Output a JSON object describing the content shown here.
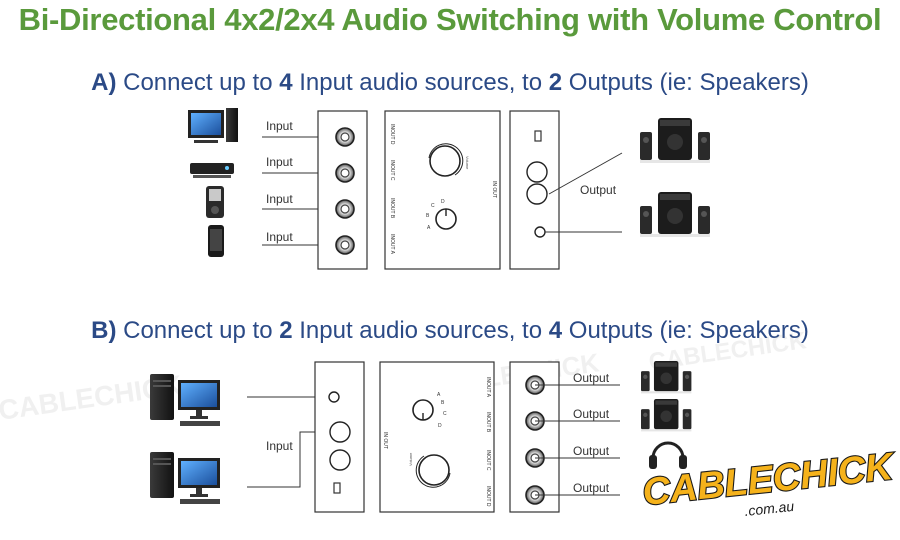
{
  "title": "Bi-Directional 4x2/2x4 Audio Switching with Volume Control",
  "section_a": {
    "letter": "A)",
    "pre_1": "Connect up to ",
    "num_1": "4",
    "pre_2": " Input audio sources, to ",
    "num_2": "2",
    "post": " Outputs (ie: Speakers)",
    "input_label": "Input",
    "output_label": "Output",
    "panel_labels": [
      "INOUT D",
      "INOUT C",
      "INOUT B",
      "INOUT A"
    ],
    "volume_label": "Volume",
    "rotary_letters": [
      "A",
      "B",
      "C",
      "D"
    ],
    "io_label": "IN OUT"
  },
  "section_b": {
    "letter": "B)",
    "pre_1": "Connect up to ",
    "num_1": "2",
    "pre_2": " Input audio sources, to ",
    "num_2": "4",
    "post": " Outputs (ie: Speakers)",
    "input_label": "Input",
    "output_label": "Output",
    "panel_labels": [
      "INOUT A",
      "INOUT B",
      "INOUT C",
      "INOUT D"
    ],
    "volume_label": "Volume",
    "rotary_letters": [
      "A",
      "B",
      "C",
      "D"
    ],
    "io_label": "IN OUT"
  },
  "logo": {
    "brand": "CABLECHICK",
    "domain": ".com.au"
  },
  "icons": {
    "a_inputs": [
      "desktop-computer-icon",
      "media-player-icon",
      "mp3-player-icon",
      "smartphone-icon"
    ],
    "a_outputs": [
      "speaker-system-icon",
      "speaker-system-icon"
    ],
    "b_inputs": [
      "desktop-computer-icon",
      "desktop-computer-icon"
    ],
    "b_outputs": [
      "speaker-system-icon",
      "speaker-system-icon",
      "headphones-icon"
    ]
  },
  "colors": {
    "title": "#5a9a3c",
    "heading": "#2b4a86",
    "logo_fill": "#f5b21b",
    "logo_outline": "#1a1a1a"
  }
}
